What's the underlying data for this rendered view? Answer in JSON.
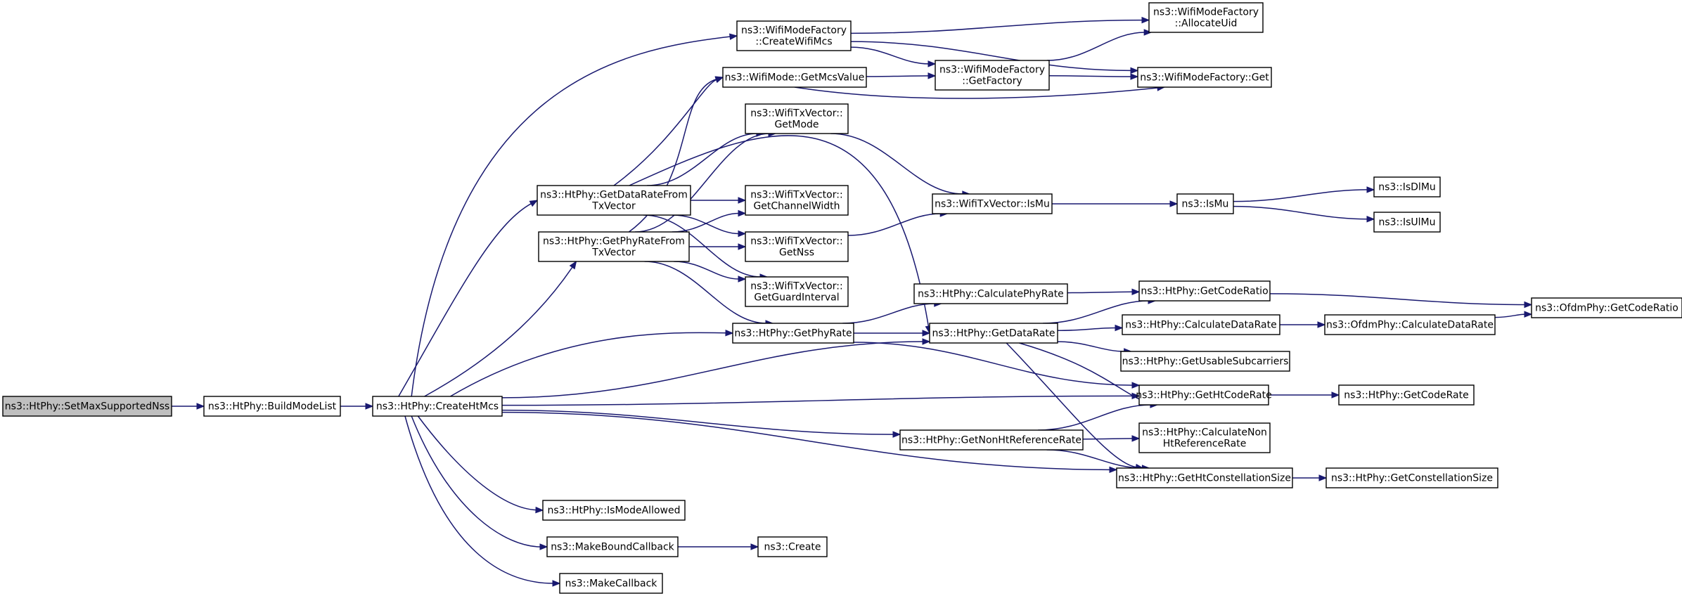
{
  "diagram": {
    "type": "call-graph",
    "colors": {
      "edge": "#191970",
      "root_fill": "#bfbfbf",
      "node_fill": "#ffffff",
      "node_border": "#000000"
    },
    "nodes": [
      {
        "id": "n_setmax",
        "lines": [
          "ns3::HtPhy::SetMaxSupportedNss"
        ],
        "root": true
      },
      {
        "id": "n_buildmode",
        "lines": [
          "ns3::HtPhy::BuildModeList"
        ]
      },
      {
        "id": "n_createhtmcs",
        "lines": [
          "ns3::HtPhy::CreateHtMcs"
        ]
      },
      {
        "id": "n_wmf_create",
        "lines": [
          "ns3::WifiModeFactory",
          "::CreateWifiMcs"
        ]
      },
      {
        "id": "n_wmf_alloc",
        "lines": [
          "ns3::WifiModeFactory",
          "::AllocateUid"
        ]
      },
      {
        "id": "n_wmf_getfactory",
        "lines": [
          "ns3::WifiModeFactory",
          "::GetFactory"
        ]
      },
      {
        "id": "n_wmf_get",
        "lines": [
          "ns3::WifiModeFactory::Get"
        ]
      },
      {
        "id": "n_getmcsvalue",
        "lines": [
          "ns3::WifiMode::GetMcsValue"
        ]
      },
      {
        "id": "n_txv_getmode",
        "lines": [
          "ns3::WifiTxVector::",
          "GetMode"
        ]
      },
      {
        "id": "n_datarate_from_tx",
        "lines": [
          "ns3::HtPhy::GetDataRateFrom",
          "TxVector"
        ]
      },
      {
        "id": "n_txv_chwidth",
        "lines": [
          "ns3::WifiTxVector::",
          "GetChannelWidth"
        ]
      },
      {
        "id": "n_txv_ismu",
        "lines": [
          "ns3::WifiTxVector::IsMu"
        ]
      },
      {
        "id": "n_ismu",
        "lines": [
          "ns3::IsMu"
        ]
      },
      {
        "id": "n_isdlmu",
        "lines": [
          "ns3::IsDlMu"
        ]
      },
      {
        "id": "n_isulmu",
        "lines": [
          "ns3::IsUlMu"
        ]
      },
      {
        "id": "n_phyrate_from_tx",
        "lines": [
          "ns3::HtPhy::GetPhyRateFrom",
          "TxVector"
        ]
      },
      {
        "id": "n_txv_getnss",
        "lines": [
          "ns3::WifiTxVector::",
          "GetNss"
        ]
      },
      {
        "id": "n_txv_guard",
        "lines": [
          "ns3::WifiTxVector::",
          "GetGuardInterval"
        ]
      },
      {
        "id": "n_calcphyrate",
        "lines": [
          "ns3::HtPhy::CalculatePhyRate"
        ]
      },
      {
        "id": "n_getcoderatio",
        "lines": [
          "ns3::HtPhy::GetCodeRatio"
        ]
      },
      {
        "id": "n_ofdm_coderatio",
        "lines": [
          "ns3::OfdmPhy::GetCodeRatio"
        ]
      },
      {
        "id": "n_getphyrate",
        "lines": [
          "ns3::HtPhy::GetPhyRate"
        ]
      },
      {
        "id": "n_getdatarate",
        "lines": [
          "ns3::HtPhy::GetDataRate"
        ]
      },
      {
        "id": "n_calcdatarate",
        "lines": [
          "ns3::HtPhy::CalculateDataRate"
        ]
      },
      {
        "id": "n_ofdm_calcdatarate",
        "lines": [
          "ns3::OfdmPhy::CalculateDataRate"
        ]
      },
      {
        "id": "n_usablesub",
        "lines": [
          "ns3::HtPhy::GetUsableSubcarriers"
        ]
      },
      {
        "id": "n_gethtcoderate",
        "lines": [
          "ns3::HtPhy::GetHtCodeRate"
        ]
      },
      {
        "id": "n_getcoderate",
        "lines": [
          "ns3::HtPhy::GetCodeRate"
        ]
      },
      {
        "id": "n_nonhtref",
        "lines": [
          "ns3::HtPhy::GetNonHtReferenceRate"
        ]
      },
      {
        "id": "n_calcnonht",
        "lines": [
          "ns3::HtPhy::CalculateNon",
          "HtReferenceRate"
        ]
      },
      {
        "id": "n_htconst",
        "lines": [
          "ns3::HtPhy::GetHtConstellationSize"
        ]
      },
      {
        "id": "n_getconst",
        "lines": [
          "ns3::HtPhy::GetConstellationSize"
        ]
      },
      {
        "id": "n_ismodeallowed",
        "lines": [
          "ns3::HtPhy::IsModeAllowed"
        ]
      },
      {
        "id": "n_makebound",
        "lines": [
          "ns3::MakeBoundCallback"
        ]
      },
      {
        "id": "n_create",
        "lines": [
          "ns3::Create"
        ]
      },
      {
        "id": "n_makecallback",
        "lines": [
          "ns3::MakeCallback"
        ]
      }
    ],
    "edges": [
      [
        "n_setmax",
        "n_buildmode"
      ],
      [
        "n_buildmode",
        "n_createhtmcs"
      ],
      [
        "n_createhtmcs",
        "n_wmf_create"
      ],
      [
        "n_createhtmcs",
        "n_datarate_from_tx"
      ],
      [
        "n_createhtmcs",
        "n_phyrate_from_tx"
      ],
      [
        "n_createhtmcs",
        "n_getphyrate"
      ],
      [
        "n_createhtmcs",
        "n_getdatarate"
      ],
      [
        "n_createhtmcs",
        "n_gethtcoderate"
      ],
      [
        "n_createhtmcs",
        "n_nonhtref"
      ],
      [
        "n_createhtmcs",
        "n_htconst"
      ],
      [
        "n_createhtmcs",
        "n_ismodeallowed"
      ],
      [
        "n_createhtmcs",
        "n_makebound"
      ],
      [
        "n_createhtmcs",
        "n_makecallback"
      ],
      [
        "n_wmf_create",
        "n_wmf_alloc"
      ],
      [
        "n_wmf_create",
        "n_wmf_getfactory"
      ],
      [
        "n_wmf_create",
        "n_wmf_get"
      ],
      [
        "n_wmf_getfactory",
        "n_wmf_alloc"
      ],
      [
        "n_wmf_getfactory",
        "n_wmf_get"
      ],
      [
        "n_getmcsvalue",
        "n_wmf_getfactory"
      ],
      [
        "n_getmcsvalue",
        "n_wmf_get"
      ],
      [
        "n_datarate_from_tx",
        "n_getmcsvalue"
      ],
      [
        "n_datarate_from_tx",
        "n_txv_getmode"
      ],
      [
        "n_datarate_from_tx",
        "n_txv_chwidth"
      ],
      [
        "n_datarate_from_tx",
        "n_txv_getnss"
      ],
      [
        "n_datarate_from_tx",
        "n_txv_guard"
      ],
      [
        "n_datarate_from_tx",
        "n_getdatarate"
      ],
      [
        "n_phyrate_from_tx",
        "n_getmcsvalue"
      ],
      [
        "n_phyrate_from_tx",
        "n_txv_getmode"
      ],
      [
        "n_phyrate_from_tx",
        "n_txv_chwidth"
      ],
      [
        "n_phyrate_from_tx",
        "n_txv_getnss"
      ],
      [
        "n_phyrate_from_tx",
        "n_txv_guard"
      ],
      [
        "n_phyrate_from_tx",
        "n_getphyrate"
      ],
      [
        "n_txv_getmode",
        "n_txv_ismu"
      ],
      [
        "n_txv_getnss",
        "n_txv_ismu"
      ],
      [
        "n_txv_ismu",
        "n_ismu"
      ],
      [
        "n_ismu",
        "n_isdlmu"
      ],
      [
        "n_ismu",
        "n_isulmu"
      ],
      [
        "n_getphyrate",
        "n_calcphyrate"
      ],
      [
        "n_getphyrate",
        "n_getdatarate"
      ],
      [
        "n_getphyrate",
        "n_gethtcoderate"
      ],
      [
        "n_calcphyrate",
        "n_getcoderatio"
      ],
      [
        "n_getcoderatio",
        "n_ofdm_coderatio"
      ],
      [
        "n_getdatarate",
        "n_getcoderatio"
      ],
      [
        "n_getdatarate",
        "n_calcdatarate"
      ],
      [
        "n_getdatarate",
        "n_usablesub"
      ],
      [
        "n_getdatarate",
        "n_gethtcoderate"
      ],
      [
        "n_getdatarate",
        "n_htconst"
      ],
      [
        "n_calcdatarate",
        "n_ofdm_calcdatarate"
      ],
      [
        "n_ofdm_calcdatarate",
        "n_ofdm_coderatio"
      ],
      [
        "n_gethtcoderate",
        "n_getcoderate"
      ],
      [
        "n_nonhtref",
        "n_calcnonht"
      ],
      [
        "n_nonhtref",
        "n_gethtcoderate"
      ],
      [
        "n_nonhtref",
        "n_htconst"
      ],
      [
        "n_htconst",
        "n_getconst"
      ],
      [
        "n_makebound",
        "n_create"
      ]
    ]
  }
}
